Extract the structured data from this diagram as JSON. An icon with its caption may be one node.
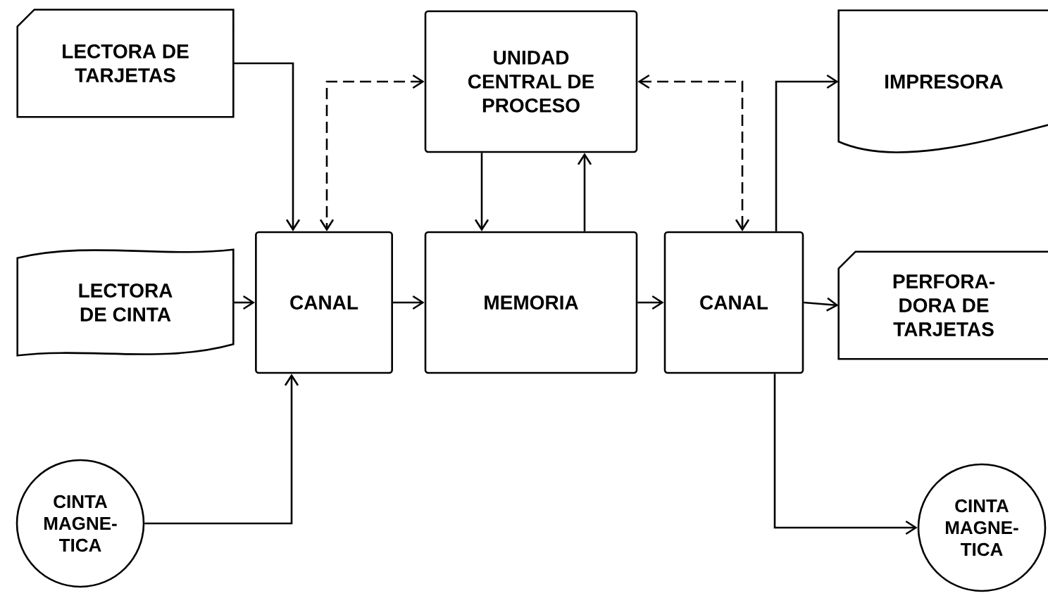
{
  "diagram": {
    "nodes": [
      {
        "text": [
          "LECTORA DE TARJETAS"
        ]
      },
      {
        "text": [
          "UNIDAD CENTRAL DE PROCESO"
        ]
      },
      {
        "text": [
          "IMPRESORA"
        ]
      },
      {
        "text": [
          "LECTORA DE CINTA"
        ]
      },
      {
        "text": [
          "CANAL"
        ]
      },
      {
        "text": [
          "MEMORIA"
        ]
      },
      {
        "text": [
          "CANAL"
        ]
      },
      {
        "text": [
          "PERFORA- DORA DE TARJETAS"
        ]
      },
      {
        "text": [
          "CINTA MAGNE- TICA"
        ]
      },
      {
        "text": [
          "CINTA MAGNE- TICA"
        ]
      }
    ],
    "edges": [
      {
        "from": 0,
        "to": 4,
        "arrow": "to"
      },
      {
        "from": 1,
        "to": 4,
        "arrow": "both",
        "style": "dashed"
      },
      {
        "from": 1,
        "to": 5,
        "arrow": "to"
      },
      {
        "from": 5,
        "to": 1,
        "arrow": "to"
      },
      {
        "from": 1,
        "to": 6,
        "arrow": "both",
        "style": "dashed"
      },
      {
        "from": 6,
        "to": 2,
        "arrow": "to"
      },
      {
        "from": 3,
        "to": 4,
        "arrow": "to"
      },
      {
        "from": 4,
        "to": 5,
        "arrow": "to"
      },
      {
        "from": 5,
        "to": 6,
        "arrow": "to"
      },
      {
        "from": 6,
        "to": 7,
        "arrow": "to"
      },
      {
        "from": 8,
        "to": 4,
        "arrow": "to"
      },
      {
        "from": 6,
        "to": 9,
        "arrow": "to"
      }
    ]
  }
}
